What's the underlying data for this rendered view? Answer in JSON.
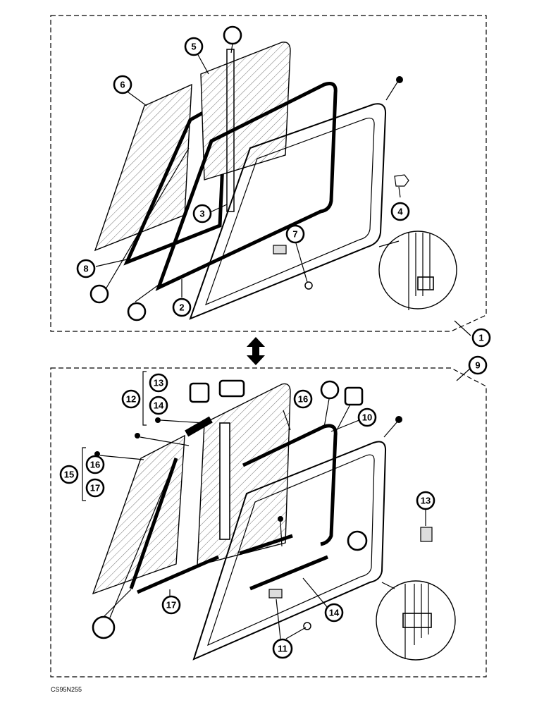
{
  "drawing_code": "CS95N255",
  "callouts_top": [
    "1",
    "2",
    "3",
    "4",
    "5",
    "6",
    "7",
    "8"
  ],
  "callouts_bottom": [
    "9",
    "10",
    "11",
    "12",
    "13",
    "14",
    "15",
    "16",
    "17"
  ],
  "bracket_12": [
    "13",
    "14"
  ],
  "bracket_15": [
    "16",
    "17"
  ]
}
